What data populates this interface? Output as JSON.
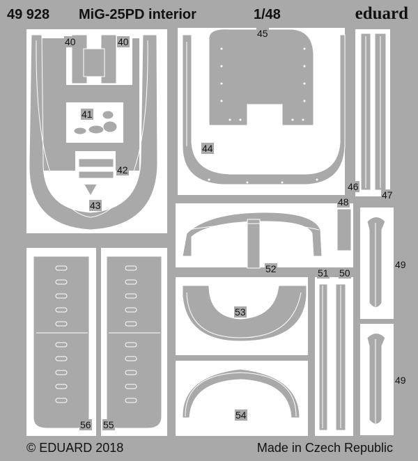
{
  "header": {
    "set_number": "49 928",
    "title": "MiG-25PD interior",
    "scale": "1/48",
    "brand": "eduard"
  },
  "footer": {
    "copyright": "© EDUARD 2018",
    "origin": "Made in Czech Republic"
  },
  "part_numbers": {
    "p40_left": "40",
    "p40_right": "40",
    "p41": "41",
    "p42": "42",
    "p43": "43",
    "p44": "44",
    "p45": "45",
    "p46": "46",
    "p47": "47",
    "p48": "48",
    "p49_top": "49",
    "p49_bottom": "49",
    "p50": "50",
    "p51": "51",
    "p52": "52",
    "p53": "53",
    "p54": "54",
    "p55": "55",
    "p56": "56"
  },
  "colors": {
    "fret": "#a9a9a9",
    "background": "#ffffff",
    "part_line": "#ffffff",
    "text": "#111111"
  }
}
